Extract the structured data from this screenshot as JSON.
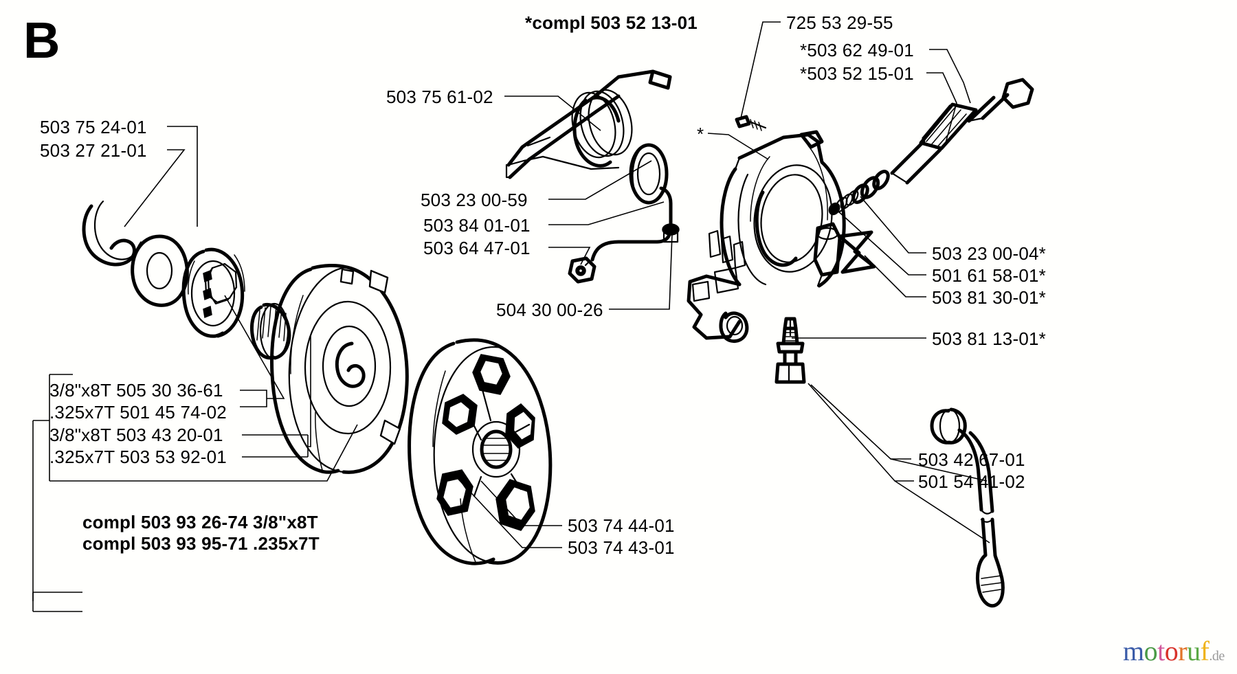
{
  "diagram": {
    "section_letter": "B",
    "title_note": "*compl 503 52 13-01",
    "watermark": {
      "letters": [
        {
          "ch": "m",
          "color": "#3b5ca8"
        },
        {
          "ch": "o",
          "color": "#4a9a46"
        },
        {
          "ch": "t",
          "color": "#d2589b"
        },
        {
          "ch": "o",
          "color": "#d8322b"
        },
        {
          "ch": "r",
          "color": "#e2742a"
        },
        {
          "ch": "u",
          "color": "#5aa845"
        },
        {
          "ch": "f",
          "color": "#efb31a"
        }
      ],
      "suffix": ".de"
    },
    "labels": {
      "left": [
        {
          "id": "l1",
          "text": "503 75 24-01"
        },
        {
          "id": "l2",
          "text": "503 27 21-01"
        }
      ],
      "sprocket_group": [
        {
          "id": "g1",
          "text": "3/8\"x8T 505 30 36-61"
        },
        {
          "id": "g2",
          "text": ".325x7T 501 45 74-02"
        },
        {
          "id": "g3",
          "text": "3/8\"x8T 503 43 20-01"
        },
        {
          "id": "g4",
          "text": ".325x7T 503 53 92-01"
        }
      ],
      "compl_group": [
        {
          "id": "c1",
          "text": "compl 503 93 26-74 3/8\"x8T"
        },
        {
          "id": "c2",
          "text": "compl 503 93 95-71 .235x7T"
        }
      ],
      "center": [
        {
          "id": "m1",
          "text": "503 75 61-02"
        },
        {
          "id": "m2",
          "text": "503 23 00-59"
        },
        {
          "id": "m3",
          "text": "503 84 01-01"
        },
        {
          "id": "m4",
          "text": "503 64 47-01"
        },
        {
          "id": "m5",
          "text": "504 30 00-26"
        },
        {
          "id": "m6",
          "text": "*"
        }
      ],
      "bottom_center": [
        {
          "id": "b1",
          "text": "503 74 44-01"
        },
        {
          "id": "b2",
          "text": "503 74 43-01"
        }
      ],
      "top_right": [
        {
          "id": "t1",
          "text": "725 53 29-55"
        },
        {
          "id": "t2",
          "text": "*503 62 49-01"
        },
        {
          "id": "t3",
          "text": "*503 52 15-01"
        }
      ],
      "right": [
        {
          "id": "r1",
          "text": "503 23 00-04*"
        },
        {
          "id": "r2",
          "text": "501 61 58-01*"
        },
        {
          "id": "r3",
          "text": "503 81 30-01*"
        },
        {
          "id": "r4",
          "text": "503 81 13-01*"
        },
        {
          "id": "r5",
          "text": "503 42 67-01"
        },
        {
          "id": "r6",
          "text": "501 54 41-02"
        }
      ]
    }
  }
}
